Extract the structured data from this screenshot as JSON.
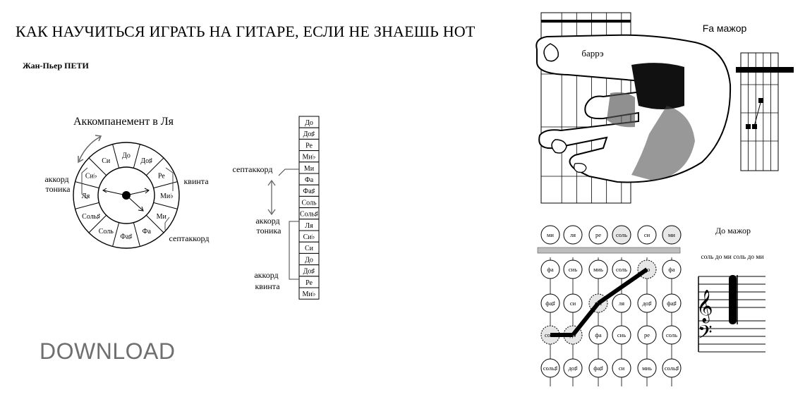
{
  "title": "КАК НАУЧИТЬСЯ ИГРАТЬ НА ГИТАРЕ, ЕСЛИ НЕ ЗНАЕШЬ НОТ",
  "author": "Жан-Пьер ПЕТИ",
  "download": "DOWNLOAD",
  "circle": {
    "heading": "Аккомпанемент в Ля",
    "notes": [
      "До",
      "До♯",
      "Ре",
      "Ми♭",
      "Ми",
      "Фа",
      "Фа♯",
      "Соль",
      "Соль♯",
      "Ля",
      "Си♭",
      "Си"
    ],
    "label_tonic": [
      "аккорд",
      "тоника"
    ],
    "label_fifth": "квинта",
    "label_seventh": "септаккорд"
  },
  "ladder": {
    "notes": [
      "До",
      "До♯",
      "Ре",
      "Ми♭",
      "Ми",
      "Фа",
      "Фа♯",
      "Соль",
      "Соль♯",
      "Ля",
      "Си♭",
      "Си",
      "До",
      "До♯",
      "Ре",
      "Ми♭"
    ],
    "label_seventh": "септаккорд",
    "label_tonic": [
      "аккорд",
      "тоника"
    ],
    "label_fifth": [
      "аккорд",
      "квинта"
    ]
  },
  "barre": {
    "label": "баррэ",
    "chord_title": "Fa мажор"
  },
  "do_major": {
    "title": "До мажор",
    "notes_line": "соль до ми соль до ми",
    "open_strings": [
      "ми",
      "ля",
      "ре",
      "соль",
      "си",
      "ми"
    ],
    "rows": [
      [
        "фа",
        "сиь",
        "миь",
        "соль",
        "до",
        "фа"
      ],
      [
        "фа♯",
        "си",
        "ми",
        "ля",
        "до♯",
        "фа♯"
      ],
      [
        "соль",
        "до",
        "фа",
        "сиь",
        "ре",
        "соль"
      ],
      [
        "соль♯",
        "до♯",
        "фа♯",
        "си",
        "миь",
        "соль♯"
      ]
    ]
  }
}
